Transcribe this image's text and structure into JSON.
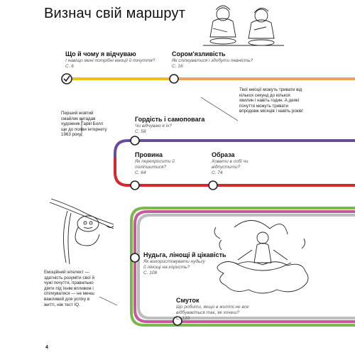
{
  "title": "Визнач свій маршрут",
  "stations": [
    {
      "title": "Що й чому я відчуваю",
      "question": "І навіщо мені потрібні емоції й почуття?",
      "page": "С. 6"
    },
    {
      "title": "Сором'язливість",
      "question": "Як спілкуватися і здобути певність?",
      "page": "С. 16"
    },
    {
      "title": "Гордість і самоповага",
      "question": "Чи відчуваю я їх?",
      "page": "С. 58"
    },
    {
      "title": "Провина",
      "question": "Як перепросити й поліпшитися?",
      "page": "С. 64"
    },
    {
      "title": "Образа",
      "question": "Ховати в собі чи відпустити?",
      "page": "С. 74"
    },
    {
      "title": "Нудьга, лінощі й цікавість",
      "question": "Як використовувати нудьгу й лінощі на користь?",
      "page": "С. 108"
    },
    {
      "title": "Смуток",
      "question": "Що робити, якщо в житті не все відбувається так, як хочеш?",
      "page": "С. 120"
    }
  ],
  "notes": {
    "emotions_duration": "Твої емоції можуть тривати від кількох секунд до кількох хвилин і навіть годин. А деякі почуття можуть тривати впродовж місяців і навіть років!",
    "smiley_history": "Перший жовтий смайлик вигадав художник Гарві Болл ще до появи інтернету 1963 року.",
    "emotional_intelligence": "Емоційний інтелект — здатність розуміти свої й чужі почуття, правильно діяти під їхнім впливом і спілкуватися — не менш важливий для успіху в житті, ніж тест IQ."
  },
  "page_number": "4",
  "colors": {
    "yellow_line": "#e8c21a",
    "orange_line": "#f0a45a",
    "purple_line": "#6a4c9c",
    "red_line": "#d3292f",
    "green_line": "#79b94c",
    "pink_line": "#c75a9c",
    "grey_line": "#bdbdbd"
  }
}
